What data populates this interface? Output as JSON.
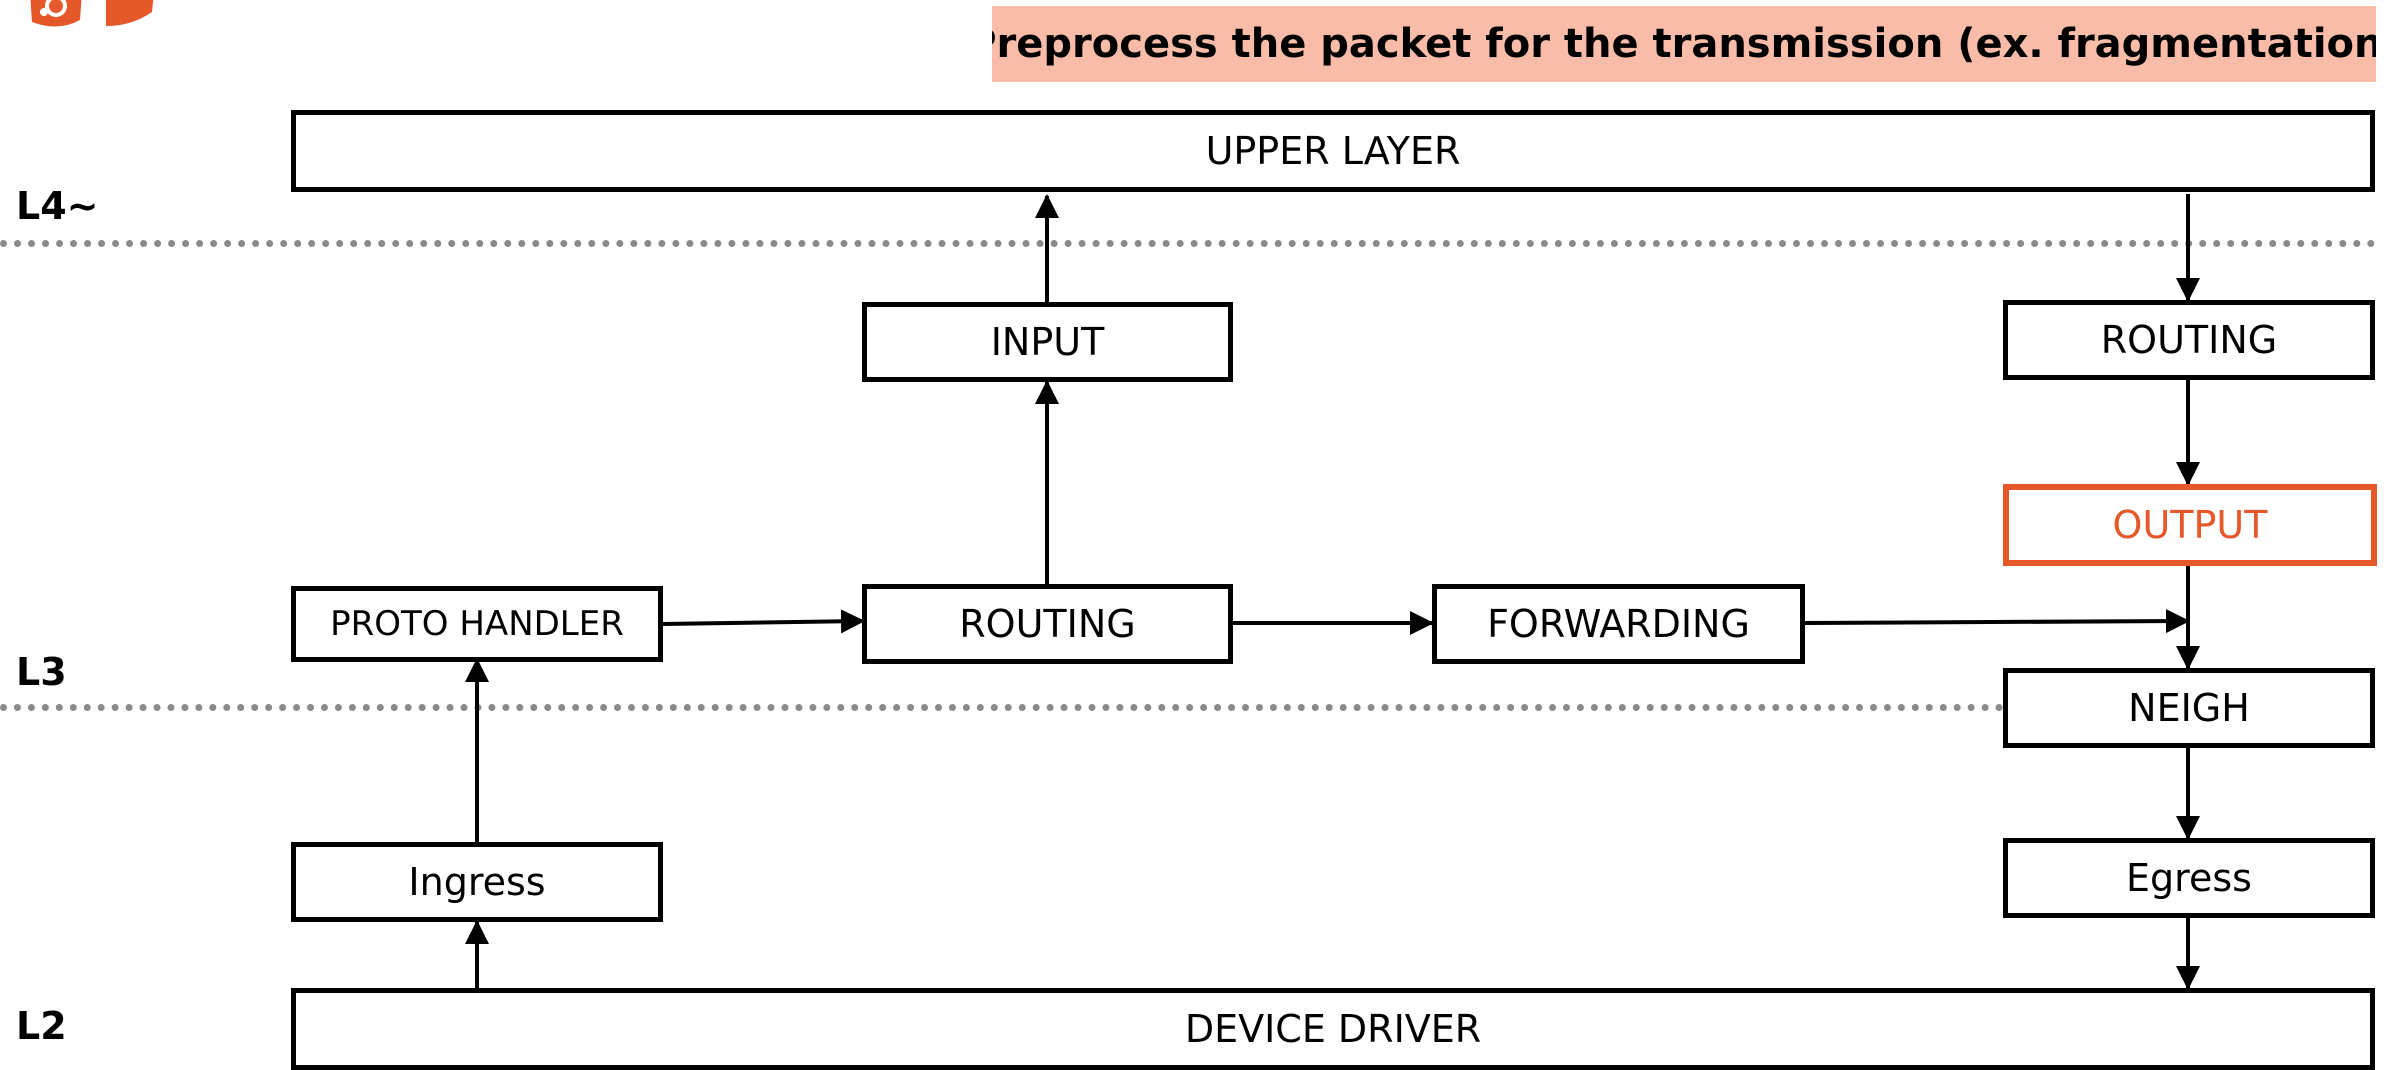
{
  "banner": {
    "text": "Preprocess the packet for the transmission (ex. fragmentation)"
  },
  "layers": {
    "l4": "L4~",
    "l3": "L3",
    "l2": "L2"
  },
  "boxes": {
    "upper_layer": "UPPER LAYER",
    "input": "INPUT",
    "routing_out": "ROUTING",
    "output": "OUTPUT",
    "proto_handler": "PROTO HANDLER",
    "routing_in": "ROUTING",
    "forwarding": "FORWARDING",
    "neigh": "NEIGH",
    "ingress": "Ingress",
    "egress": "Egress",
    "device_driver": "DEVICE DRIVER"
  },
  "colors": {
    "accent": "#e4582a",
    "banner_bg": "#f8bca8",
    "divider": "#8a8a8a"
  },
  "icons": {
    "logo": "brand-logo-icon"
  }
}
